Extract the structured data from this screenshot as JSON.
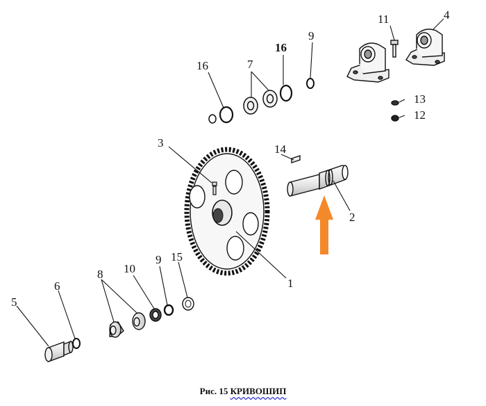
{
  "figure": {
    "caption_number": "Рис. 15",
    "caption_title": "КРИВОШИП"
  },
  "callouts": {
    "c1": "1",
    "c2": "2",
    "c3": "3",
    "c4": "4",
    "c5": "5",
    "c6": "6",
    "c7": "7",
    "c8": "8",
    "c9a": "9",
    "c9b": "9",
    "c10": "10",
    "c11": "11",
    "c12": "12",
    "c13": "13",
    "c14": "14",
    "c15": "15",
    "c16a": "16",
    "c16b": "16"
  },
  "colors": {
    "line": "#111111",
    "arrow": "#f4892b",
    "caption_underline": "#3b3bd6"
  }
}
